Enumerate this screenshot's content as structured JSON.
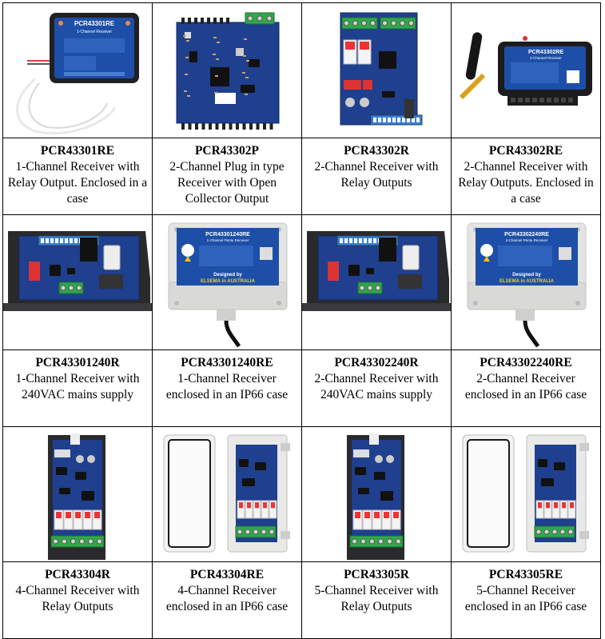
{
  "products": [
    {
      "code": "PCR43301RE",
      "desc": "1-Channel Receiver with Relay Output. Enclosed in a case",
      "image": "small-enclosure",
      "label": "PCR43301RE",
      "subtitle": "1-Channel Receiver"
    },
    {
      "code": "PCR43302P",
      "desc": "2-Channel Plug in type Receiver with Open Collector Output",
      "image": "plugin-board",
      "label": "",
      "subtitle": ""
    },
    {
      "code": "PCR43302R",
      "desc": "2-Channel Receiver with Relay Outputs",
      "image": "relay-board",
      "label": "",
      "subtitle": ""
    },
    {
      "code": "PCR43302RE",
      "desc": "2-Channel Receiver with Relay Outputs. Enclosed in a case",
      "image": "enclosure-antenna",
      "label": "PCR43302RE",
      "subtitle": "2-Channel Receiver"
    },
    {
      "code": "PCR43301240R",
      "desc": "1-Channel Receiver with 240VAC mains supply",
      "image": "mains-board",
      "label": "",
      "subtitle": ""
    },
    {
      "code": "PCR43301240RE",
      "desc": "1-Channel Receiver enclosed in an IP66 case",
      "image": "ip66-box",
      "label": "PCR43301240RE",
      "subtitle": "1-Channel Pentu Receiver",
      "designed": "Designed by",
      "brand": "ELSEMA in AUSTRALIA"
    },
    {
      "code": "PCR43302240R",
      "desc": "2-Channel Receiver with 240VAC mains supply",
      "image": "mains-board",
      "label": "",
      "subtitle": ""
    },
    {
      "code": "PCR43302240RE",
      "desc": "2-Channel Receiver enclosed in an IP66 case",
      "image": "ip66-box",
      "label": "PCR43302240RE",
      "subtitle": "2-Channel Pentu Receiver",
      "designed": "Designed by",
      "brand": "ELSEMA in AUSTRALIA"
    },
    {
      "code": "PCR43304R",
      "desc": "4-Channel Receiver with Relay Outputs",
      "image": "tall-board",
      "label": "",
      "subtitle": ""
    },
    {
      "code": "PCR43304RE",
      "desc": "4-Channel Receiver enclosed in an IP66 case",
      "image": "open-case",
      "label": "",
      "subtitle": ""
    },
    {
      "code": "PCR43305R",
      "desc": "5-Channel Receiver with Relay Outputs",
      "image": "tall-board",
      "label": "",
      "subtitle": ""
    },
    {
      "code": "PCR43305RE",
      "desc": "5-Channel Receiver enclosed in an IP66 case",
      "image": "open-case",
      "label": "",
      "subtitle": ""
    }
  ],
  "colors": {
    "pcb_blue": "#1f3f8f",
    "enclosure_blue": "#1d4fa8",
    "terminal_green": "#2fa84a",
    "case_grey": "#e4e4e2",
    "dark_bg": "#2a2a2c"
  }
}
